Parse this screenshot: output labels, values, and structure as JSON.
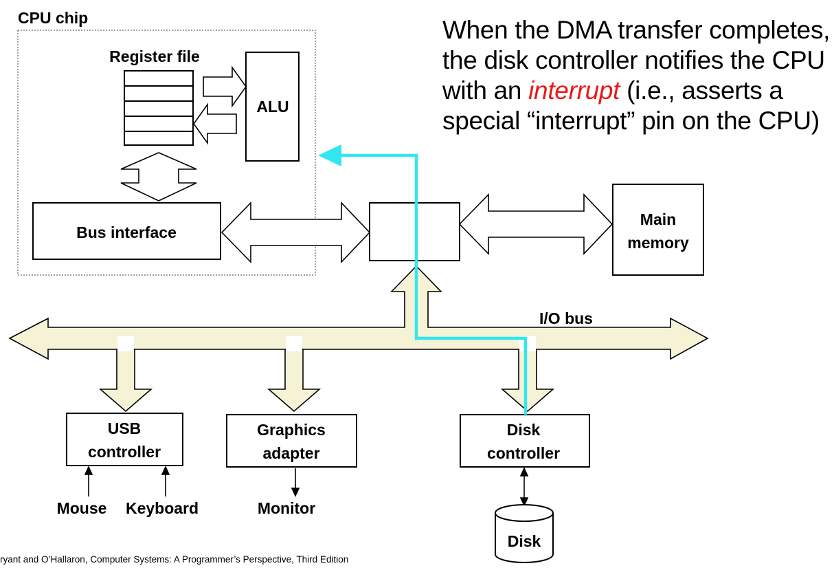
{
  "cpu": {
    "label": "CPU chip",
    "register_file": "Register file",
    "alu": "ALU",
    "bus_interface": "Bus interface"
  },
  "main_memory": {
    "line1": "Main",
    "line2": "memory"
  },
  "io_bus_label": "I/O bus",
  "devices": {
    "usb": {
      "line1": "USB",
      "line2": "controller"
    },
    "graphics": {
      "line1": "Graphics",
      "line2": "adapter"
    },
    "disk_controller": {
      "line1": "Disk",
      "line2": "controller"
    },
    "mouse": "Mouse",
    "keyboard": "Keyboard",
    "monitor": "Monitor",
    "disk": "Disk"
  },
  "caption": {
    "line1": "When the DMA transfer completes,",
    "line2": "the disk controller notifies the CPU",
    "line3_prefix": "with an ",
    "line3_emph": "interrupt",
    "line3_suffix": " (i.e., asserts a",
    "line4": "special “interrupt” pin on the CPU)"
  },
  "footer": "ryant and O’Hallaron, Computer Systems: A Programmer’s Perspective, Third Edition",
  "colors": {
    "bus_fill": "#f5f2d6",
    "interrupt_path": "#33e6ee",
    "emphasis": "#e8191a"
  }
}
